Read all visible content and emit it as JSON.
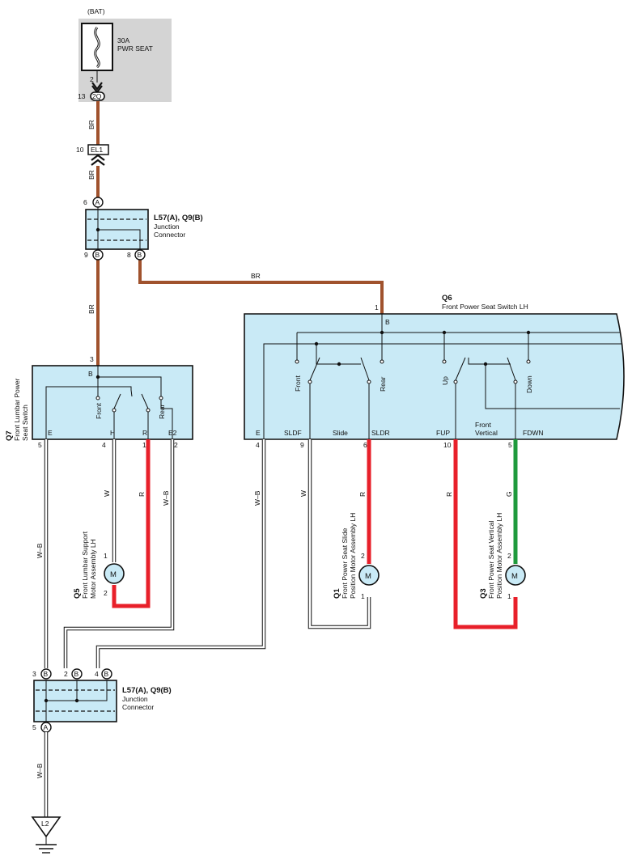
{
  "colors": {
    "BR": "#a0522d",
    "R": "#e8202a",
    "G": "#1e9a3c",
    "W": "#ffffff",
    "box_fill": "#c9eaf6",
    "fuse_area": "#d4d4d4"
  },
  "fuse": {
    "supply": "(BAT)",
    "rating": "30A",
    "name": "PWR SEAT",
    "pin": "2",
    "connector_pin": "13",
    "connector": "2Q"
  },
  "inline_connector": {
    "pin": "10",
    "name": "EL1"
  },
  "junction_top": {
    "title": "L57(A), Q9(B)",
    "line1": "Junction",
    "line2": "Connector",
    "pin_in_num": "6",
    "pin_in_letter": "A",
    "pin_out1_num": "9",
    "pin_out1_letter": "B",
    "pin_out2_num": "8",
    "pin_out2_letter": "B"
  },
  "junction_bottom": {
    "title": "L57(A), Q9(B)",
    "line1": "Junction",
    "line2": "Connector",
    "pin1_num": "3",
    "pin1_letter": "B",
    "pin2_num": "2",
    "pin2_letter": "B",
    "pin3_num": "4",
    "pin3_letter": "B",
    "pin_out_num": "5",
    "pin_out_letter": "A"
  },
  "switch_q7": {
    "code": "Q7",
    "line1": "Front Lumbar Power",
    "line2": "Seat Switch",
    "pin_b": "3",
    "b_label": "B",
    "terminals": [
      "E",
      "H",
      "R",
      "E2"
    ],
    "pins": [
      "5",
      "4",
      "1",
      "2"
    ],
    "contacts": [
      "Front",
      "Rear"
    ]
  },
  "switch_q6": {
    "code": "Q6",
    "name": "Front Power Seat Switch LH",
    "pin_b": "1",
    "b_label": "B",
    "terminals": [
      "E",
      "SLDF",
      "Slide",
      "SLDR",
      "FUP",
      "Front",
      "Vertical",
      "FDWN"
    ],
    "pins": [
      "4",
      "9",
      "6",
      "10",
      "5"
    ],
    "contacts": [
      "Front",
      "Rear",
      "Up",
      "Down"
    ]
  },
  "motor_q5": {
    "code": "Q5",
    "line1": "Front Lumbar Support",
    "line2": "Motor Assembly LH",
    "symbol": "M",
    "pin_top": "1",
    "pin_bottom": "2"
  },
  "motor_q1": {
    "code": "Q1",
    "line1": "Front Power Seat Slide",
    "line2": "Position Motor Assembly LH",
    "symbol": "M",
    "pin_top": "2",
    "pin_bottom": "1"
  },
  "motor_q3": {
    "code": "Q3",
    "line1": "Front Power Seat Vertical",
    "line2": "Position Motor Assembly LH",
    "symbol": "M",
    "pin_top": "2",
    "pin_bottom": "1"
  },
  "ground": {
    "name": "L2"
  },
  "wire_labels": {
    "br1": "BR",
    "br2": "BR",
    "br3": "BR",
    "br4": "BR",
    "wb1": "W–B",
    "w1": "W",
    "r1": "R",
    "wb2": "W–B",
    "wb3": "W–B",
    "w2": "W",
    "r2": "R",
    "r3": "R",
    "g1": "G",
    "wb4": "W–B"
  }
}
